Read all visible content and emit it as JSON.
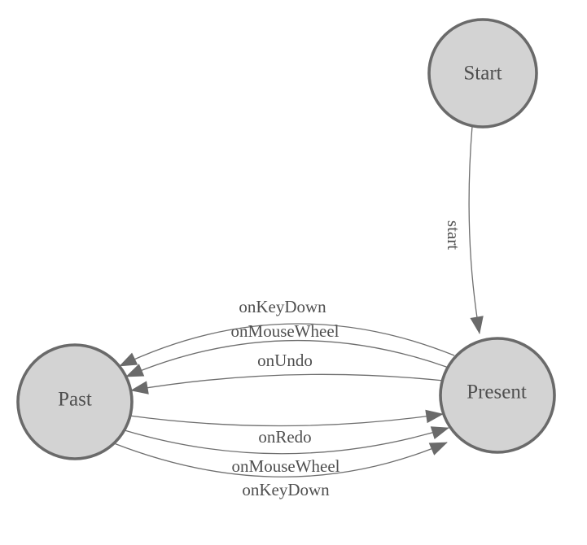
{
  "diagram": {
    "type": "state-machine",
    "background": "#ffffff",
    "colors": {
      "node_fill": "#d3d3d3",
      "node_stroke": "#6a6a6a",
      "edge_stroke": "#6e6e6e",
      "arrow_fill": "#6a6a6a",
      "label_text": "#4f4f4f"
    },
    "nodes": [
      {
        "id": "start",
        "label": "Start"
      },
      {
        "id": "present",
        "label": "Present"
      },
      {
        "id": "past",
        "label": "Past"
      }
    ],
    "edges": [
      {
        "from": "Start",
        "to": "Present",
        "label": "start",
        "label_orientation": "vertical"
      },
      {
        "from": "Present",
        "to": "Past",
        "label": "onKeyDown",
        "label_orientation": "horizontal"
      },
      {
        "from": "Present",
        "to": "Past",
        "label": "onMouseWheel",
        "label_orientation": "horizontal"
      },
      {
        "from": "Present",
        "to": "Past",
        "label": "onUndo",
        "label_orientation": "horizontal"
      },
      {
        "from": "Past",
        "to": "Present",
        "label": "onRedo",
        "label_orientation": "horizontal"
      },
      {
        "from": "Past",
        "to": "Present",
        "label": "onMouseWheel",
        "label_orientation": "horizontal"
      },
      {
        "from": "Past",
        "to": "Present",
        "label": "onKeyDown",
        "label_orientation": "horizontal"
      }
    ]
  }
}
